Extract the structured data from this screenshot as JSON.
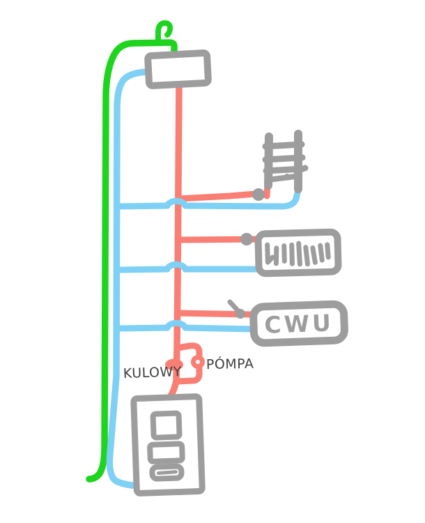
{
  "diagram": {
    "description": "hand-drawn heating installation sketch",
    "labels": {
      "ball_valve": "KULOWY",
      "pump": "PÓMPA",
      "dhw": "CWU"
    },
    "colors": {
      "vent": "#1fd41f",
      "supply": "#f97e74",
      "return": "#7fd0f5",
      "component": "#9d9d9d",
      "label_text": "#3f3f3f",
      "background": "#ffffff"
    }
  }
}
